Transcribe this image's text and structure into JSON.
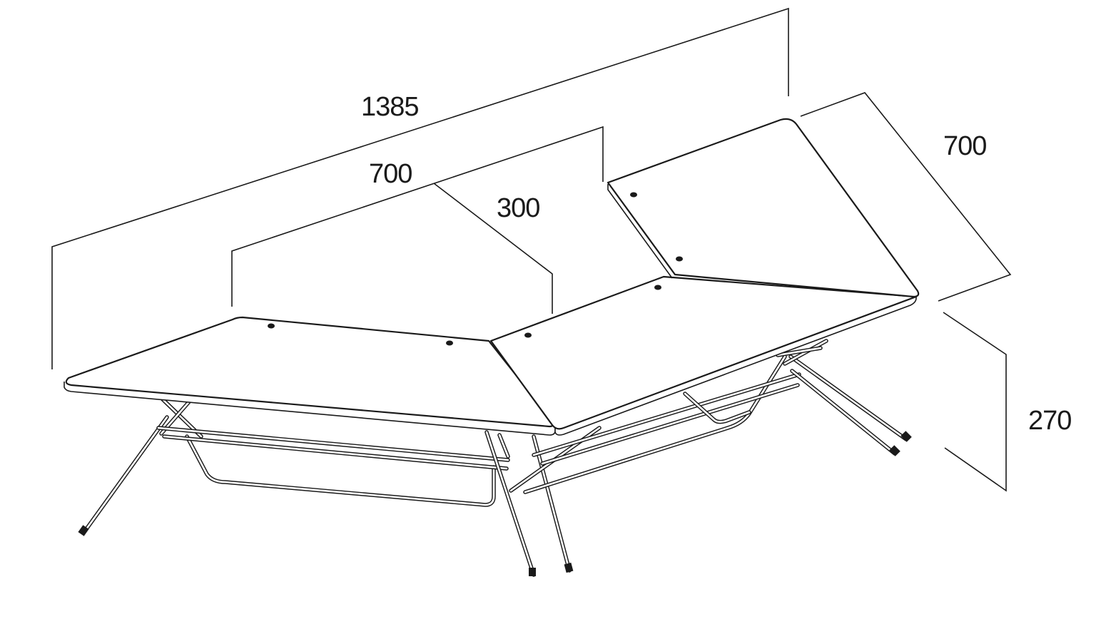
{
  "diagram": {
    "dimensions": {
      "overall_length": "1385",
      "left_top_width": "700",
      "left_top_depth": "300",
      "right_top_width": "700",
      "height": "270"
    }
  }
}
